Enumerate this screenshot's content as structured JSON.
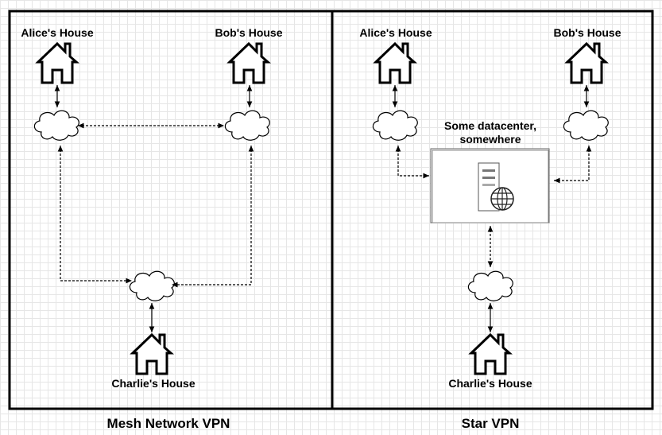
{
  "mesh": {
    "title": "Mesh Network VPN",
    "alice": "Alice's House",
    "bob": "Bob's House",
    "charlie": "Charlie's House"
  },
  "star": {
    "title": "Star VPN",
    "alice": "Alice's House",
    "bob": "Bob's House",
    "charlie": "Charlie's House",
    "datacenter_line1": "Some datacenter,",
    "datacenter_line2": "somewhere"
  },
  "icons": [
    "house-icon",
    "cloud-icon",
    "server-icon",
    "globe-icon"
  ]
}
